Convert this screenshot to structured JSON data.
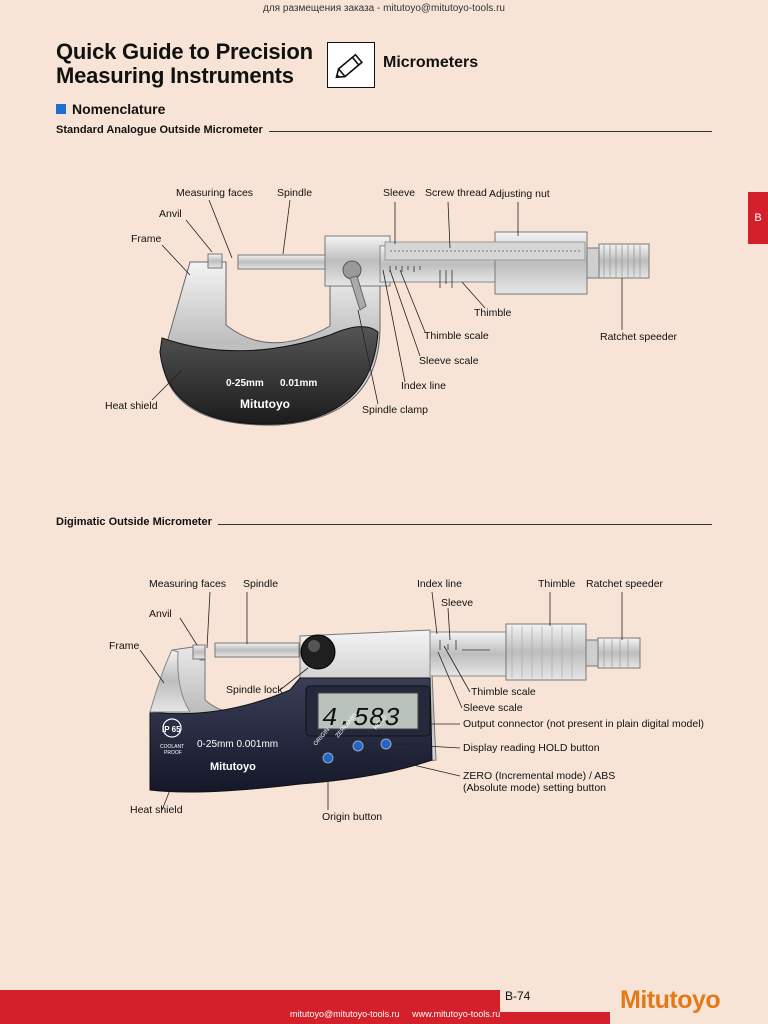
{
  "header": {
    "top_note": "для размещения заказа - mitutoyo@mitutoyo-tools.ru",
    "title_line1": "Quick Guide to Precision",
    "title_line2": "Measuring Instruments",
    "category": "Micrometers",
    "pencil_icon": "pencil-icon"
  },
  "section": {
    "heading": "Nomenclature",
    "bullet_color": "#1d6fd1"
  },
  "side_tab": {
    "letter": "B",
    "color": "#d4202a"
  },
  "analogue": {
    "heading": "Standard Analogue Outside Micrometer",
    "labels": {
      "measuring_faces": "Measuring faces",
      "spindle": "Spindle",
      "sleeve": "Sleeve",
      "screw_thread": "Screw thread",
      "adjusting_nut": "Adjusting nut",
      "anvil": "Anvil",
      "frame": "Frame",
      "thimble": "Thimble",
      "ratchet_speeder": "Ratchet speeder",
      "thimble_scale": "Thimble scale",
      "sleeve_scale": "Sleeve scale",
      "index_line": "Index line",
      "heat_shield": "Heat shield",
      "spindle_clamp": "Spindle clamp"
    },
    "frame_text": {
      "range": "0-25mm",
      "resolution": "0.01mm",
      "brand": "Mitutoyo"
    }
  },
  "digimatic": {
    "heading": "Digimatic Outside Micrometer",
    "labels": {
      "measuring_faces": "Measuring faces",
      "spindle": "Spindle",
      "index_line": "Index line",
      "sleeve": "Sleeve",
      "thimble": "Thimble",
      "ratchet_speeder": "Ratchet speeder",
      "anvil": "Anvil",
      "frame": "Frame",
      "spindle_lock": "Spindle lock",
      "thimble_scale": "Thimble scale",
      "sleeve_scale": "Sleeve scale",
      "output_connector": "Output connector (not present in plain digital model)",
      "hold_button": "Display reading HOLD button",
      "zero_abs_line1": "ZERO (Incremental mode) / ABS",
      "zero_abs_line2": "(Absolute mode) setting button",
      "heat_shield": "Heat shield",
      "origin_button": "Origin button"
    },
    "display_reading": "4.583",
    "frame_text": {
      "ip_rating": "IP 65",
      "coolant": "COOLANT",
      "proof": "PROOF",
      "range": "0-25mm 0.001mm",
      "brand": "Mitutoyo"
    },
    "button_labels": {
      "origin": "ORIGIN",
      "zero_abs": "ZERO/ABS",
      "hold": "HOLD"
    }
  },
  "footer": {
    "contact": "mitutoyo@mitutoyo-tools.ru     www.mitutoyo-tools.ru",
    "page_number": "B-74",
    "brand": "Mitutoyo",
    "bar_color": "#d4202a",
    "brand_color": "#e37a1a"
  }
}
